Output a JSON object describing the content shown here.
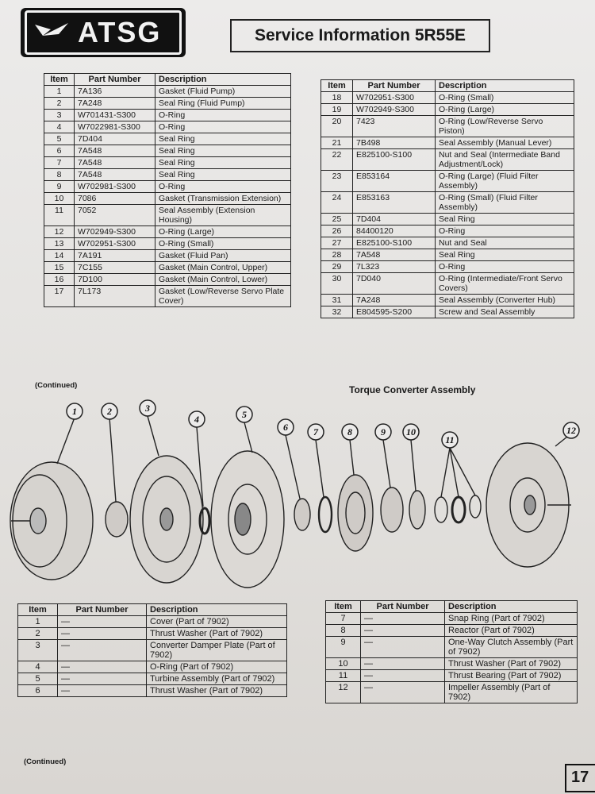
{
  "header": {
    "logo_text": "ATSG",
    "title": "Service Information 5R55E"
  },
  "columns": {
    "item": "Item",
    "part_number": "Part Number",
    "description": "Description"
  },
  "table1": [
    [
      "1",
      "7A136",
      "Gasket (Fluid Pump)"
    ],
    [
      "2",
      "7A248",
      "Seal Ring (Fluid Pump)"
    ],
    [
      "3",
      "W701431-S300",
      "O-Ring"
    ],
    [
      "4",
      "W7022981-S300",
      "O-Ring"
    ],
    [
      "5",
      "7D404",
      "Seal Ring"
    ],
    [
      "6",
      "7A548",
      "Seal Ring"
    ],
    [
      "7",
      "7A548",
      "Seal Ring"
    ],
    [
      "8",
      "7A548",
      "Seal Ring"
    ],
    [
      "9",
      "W702981-S300",
      "O-Ring"
    ],
    [
      "10",
      "7086",
      "Gasket (Transmission Extension)"
    ],
    [
      "11",
      "7052",
      "Seal Assembly (Extension Housing)"
    ],
    [
      "12",
      "W702949-S300",
      "O-Ring (Large)"
    ],
    [
      "13",
      "W702951-S300",
      "O-Ring (Small)"
    ],
    [
      "14",
      "7A191",
      "Gasket (Fluid Pan)"
    ],
    [
      "15",
      "7C155",
      "Gasket (Main Control, Upper)"
    ],
    [
      "16",
      "7D100",
      "Gasket (Main Control, Lower)"
    ],
    [
      "17",
      "7L173",
      "Gasket (Low/Reverse Servo Plate Cover)"
    ]
  ],
  "table2": [
    [
      "18",
      "W702951-S300",
      "O-Ring (Small)"
    ],
    [
      "19",
      "W702949-S300",
      "O-Ring (Large)"
    ],
    [
      "20",
      "7423",
      "O-Ring (Low/Reverse Servo Piston)"
    ],
    [
      "21",
      "7B498",
      "Seal Assembly (Manual Lever)"
    ],
    [
      "22",
      "E825100-S100",
      "Nut and Seal (Intermediate Band Adjustment/Lock)"
    ],
    [
      "23",
      "E853164",
      "O-Ring (Large) (Fluid Filter Assembly)"
    ],
    [
      "24",
      "E853163",
      "O-Ring (Small) (Fluid Filter Assembly)"
    ],
    [
      "25",
      "7D404",
      "Seal Ring"
    ],
    [
      "26",
      "84400120",
      "O-Ring"
    ],
    [
      "27",
      "E825100-S100",
      "Nut and Seal"
    ],
    [
      "28",
      "7A548",
      "Seal Ring"
    ],
    [
      "29",
      "7L323",
      "O-Ring"
    ],
    [
      "30",
      "7D040",
      "O-Ring (Intermediate/Front Servo Covers)"
    ],
    [
      "31",
      "7A248",
      "Seal Assembly (Converter Hub)"
    ],
    [
      "32",
      "E804595-S200",
      "Screw and Seal Assembly"
    ]
  ],
  "continued": "(Continued)",
  "diagram": {
    "title": "Torque Converter Assembly",
    "callouts": [
      "1",
      "2",
      "3",
      "4",
      "5",
      "6",
      "7",
      "8",
      "9",
      "10",
      "11",
      "12"
    ]
  },
  "table3": [
    [
      "1",
      "—",
      "Cover (Part of 7902)"
    ],
    [
      "2",
      "—",
      "Thrust Washer (Part of 7902)"
    ],
    [
      "3",
      "—",
      "Converter Damper Plate (Part of 7902)"
    ],
    [
      "4",
      "—",
      "O-Ring (Part of 7902)"
    ],
    [
      "5",
      "—",
      "Turbine Assembly (Part of 7902)"
    ],
    [
      "6",
      "—",
      "Thrust Washer (Part of 7902)"
    ]
  ],
  "table4": [
    [
      "7",
      "—",
      "Snap Ring (Part of 7902)"
    ],
    [
      "8",
      "—",
      "Reactor (Part of 7902)"
    ],
    [
      "9",
      "—",
      "One-Way Clutch Assembly (Part of 7902)"
    ],
    [
      "10",
      "—",
      "Thrust Washer (Part of 7902)"
    ],
    [
      "11",
      "—",
      "Thrust Bearing (Part of 7902)"
    ],
    [
      "12",
      "—",
      "Impeller Assembly (Part of 7902)"
    ]
  ],
  "page_number": "17"
}
